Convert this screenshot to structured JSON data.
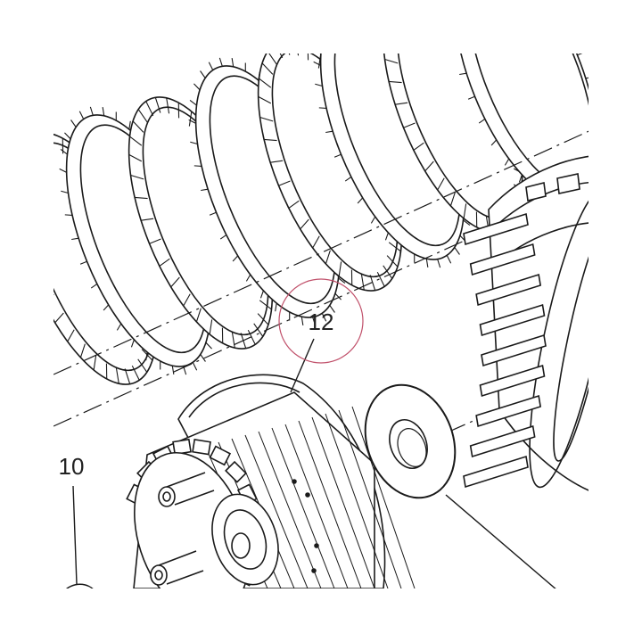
{
  "diagram": {
    "callouts": [
      {
        "id": "12",
        "label": "12",
        "highlighted": true
      },
      {
        "id": "10",
        "label": "10",
        "highlighted": false
      }
    ],
    "colors": {
      "line": "#1a1a1a",
      "highlight_circle": "#c0506a",
      "background": "#ffffff"
    },
    "parts": [
      {
        "name": "clutch-plate-stack"
      },
      {
        "name": "outer-clutch-basket"
      },
      {
        "name": "inner-clutch-hub"
      },
      {
        "name": "thrust-washer"
      }
    ]
  }
}
